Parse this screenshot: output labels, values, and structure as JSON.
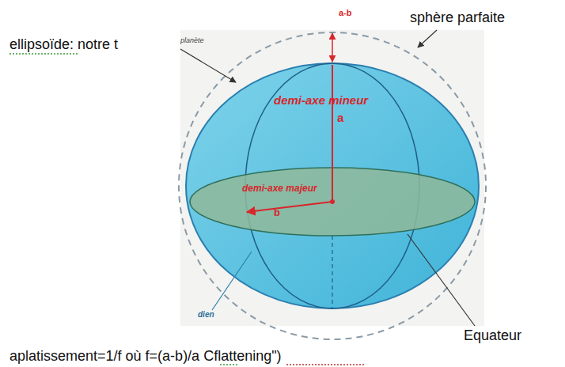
{
  "diagram": {
    "labels": [
      "ellipsoïde: notre t",
      "planète",
      "sphère parfaite",
      "a-b",
      "demi-axe mineur",
      "a",
      "demi-axe majeur",
      "b",
      "dien",
      "Equateur",
      "aplatissement=1/f où f=(a-b)/a Cflattening\")"
    ]
  }
}
